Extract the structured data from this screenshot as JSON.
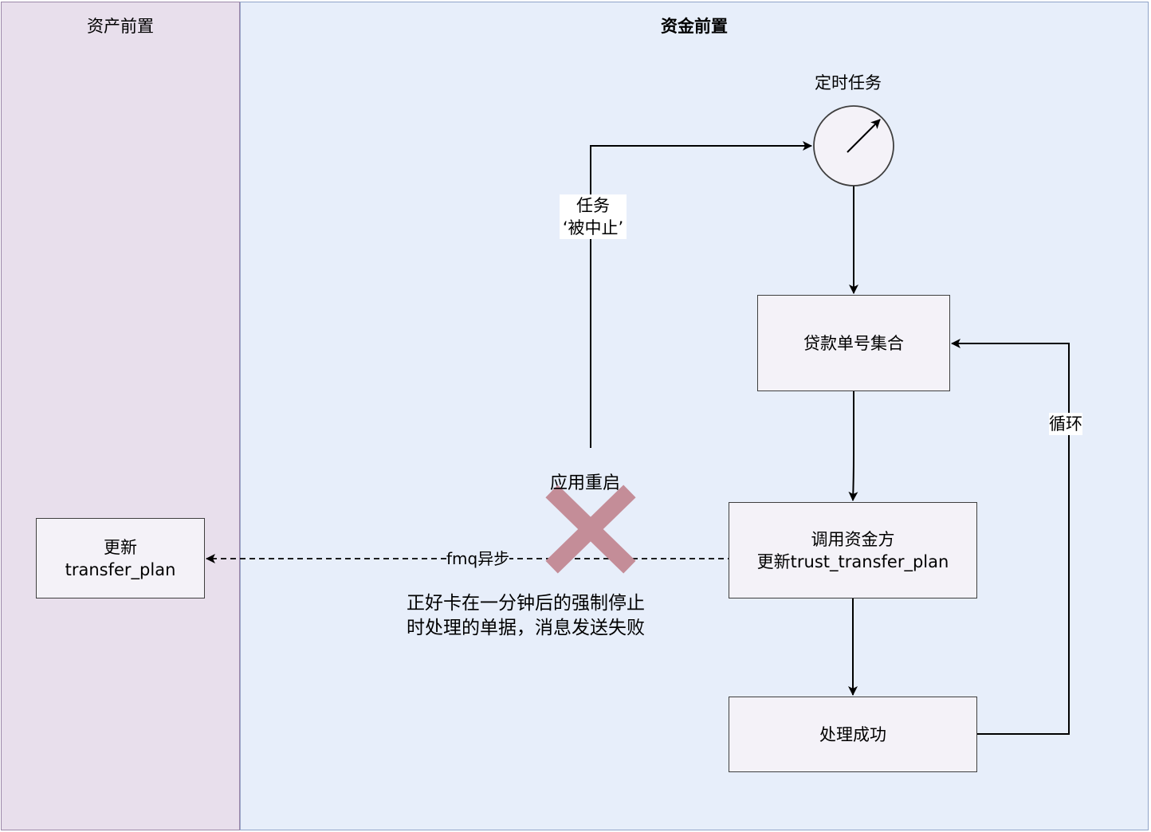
{
  "lanes": {
    "left_title": "资产前置",
    "right_title": "资金前置"
  },
  "nodes": {
    "timer_label": "定时任务",
    "loan_set": "贷款单号集合",
    "call_line1": "调用资金方",
    "call_line2": "更新trust_transfer_plan",
    "success": "处理成功",
    "update_line1": "更新",
    "update_line2": "transfer_plan"
  },
  "edge_labels": {
    "abort_line1": "任务",
    "abort_line2": "‘被中止’",
    "loop": "循环",
    "async": "fmq异步",
    "restart": "应用重启"
  },
  "annotations": {
    "note_line1": "正好卡在一分钟后的强制停止",
    "note_line2": "时处理的单据，消息发送失败"
  },
  "colors": {
    "left_lane": "#e8dfec",
    "right_lane": "#e7eefa",
    "cross": "#c9929d",
    "stroke": "#000000"
  }
}
